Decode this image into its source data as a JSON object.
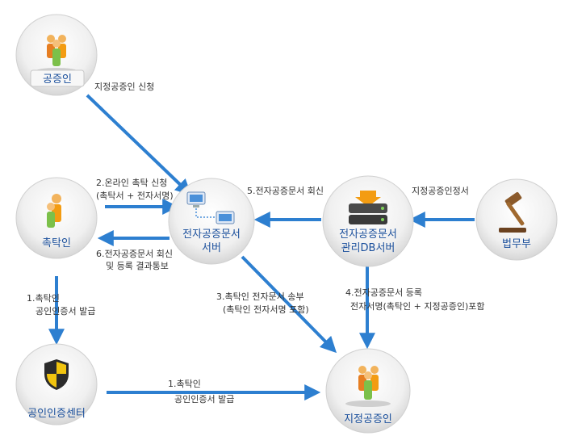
{
  "nodes": {
    "notary": {
      "label": "공증인",
      "icon": "people-icon"
    },
    "commissioner": {
      "label": "촉탁인",
      "icon": "person-icon"
    },
    "cert_center": {
      "label": "공인인증센터",
      "icon": "shield-icon"
    },
    "doc_server": {
      "label_lines": [
        "전자공증문서",
        "서버"
      ],
      "icon": "network-computers-icon"
    },
    "db_server": {
      "label_lines": [
        "전자공증문서",
        "관리DB서버"
      ],
      "icon": "database-server-icon"
    },
    "ministry": {
      "label": "법무부",
      "icon": "gavel-icon"
    },
    "designated_notary": {
      "label": "지정공증인",
      "icon": "people-icon"
    }
  },
  "edges": {
    "apply": {
      "lines": [
        "지정공증인 신청"
      ]
    },
    "request": {
      "lines": [
        "2.온라인 촉탁 신청",
        "(촉탁서 + 전자서명)"
      ]
    },
    "reply_register": {
      "lines": [
        "6.전자공증문서 회신",
        "및 등록 결과통보"
      ]
    },
    "issue_left": {
      "lines": [
        "1.촉탁인",
        "공인인증서 발급"
      ]
    },
    "issue_bottom": {
      "lines": [
        "1.촉탁인",
        "공인인증서 발급"
      ]
    },
    "send": {
      "lines": [
        "3.촉탁인 전자문서 송부",
        "(촉탁인 전자서명 포함)"
      ]
    },
    "reply": {
      "lines": [
        "5.전자공증문서 회신"
      ]
    },
    "certificate": {
      "lines": [
        "지정공증인정서"
      ]
    },
    "register": {
      "lines": [
        "4.전자공증문서 등록",
        "전자서명(촉탁인 + 지정공증인)포함"
      ]
    }
  },
  "colors": {
    "arrow": "#2d7fd0",
    "node_label": "#1a4f9c",
    "circle_fill": "#e6e6e6"
  }
}
